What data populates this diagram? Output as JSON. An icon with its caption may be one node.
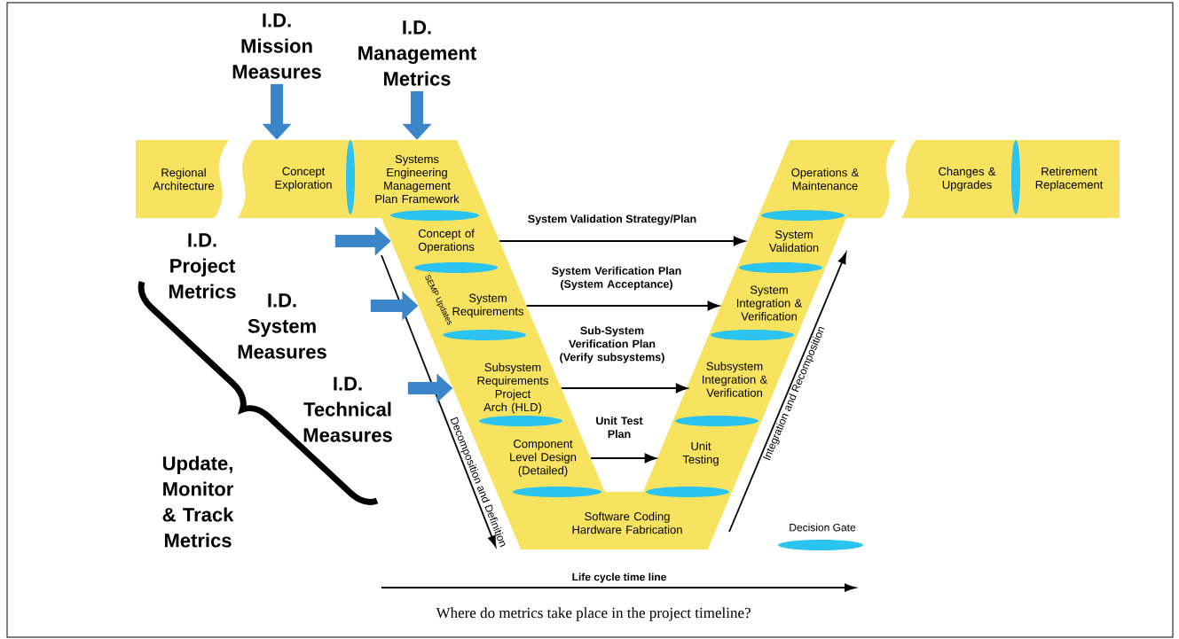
{
  "diagram": {
    "caption": "Where do metrics take place in the project timeline?",
    "nodes": [
      {
        "text": [
          "I.D. Mission Measures"
        ]
      },
      {
        "text": [
          "I.D. Management Metrics"
        ]
      },
      {
        "text": [
          "Regional Architecture"
        ]
      },
      {
        "text": [
          "Concept Exploration"
        ]
      },
      {
        "text": [
          "Systems Engineering Management Plan Framework"
        ]
      },
      {
        "text": [
          "Concept of Operations"
        ]
      },
      {
        "text": [
          "System Requirements"
        ]
      },
      {
        "text": [
          "Subsystem Requirements Project Arch (HLD)"
        ]
      },
      {
        "text": [
          "Component Level Design (Detailed)"
        ]
      },
      {
        "text": [
          "Software Coding Hardware Fabrication"
        ]
      },
      {
        "text": [
          "Unit Testing"
        ]
      },
      {
        "text": [
          "Subsystem Integration & Verification"
        ]
      },
      {
        "text": [
          "System Integration & Verification"
        ]
      },
      {
        "text": [
          "System Validation"
        ]
      },
      {
        "text": [
          "Operations & Maintenance"
        ]
      },
      {
        "text": [
          "Changes & Upgrades"
        ]
      },
      {
        "text": [
          "Retirement Replacement"
        ]
      }
    ],
    "edges": [
      {
        "from": 0,
        "to": 3,
        "arrow": "to"
      },
      {
        "from": 1,
        "to": 4,
        "arrow": "to"
      },
      {
        "from": null,
        "to": 5,
        "arrow": "to"
      },
      {
        "from": null,
        "to": 6,
        "arrow": "to"
      },
      {
        "from": null,
        "to": 7,
        "arrow": "to"
      },
      {
        "from": 5,
        "to": 13,
        "arrow": "to",
        "label": "System Validation Strategy/Plan",
        "color": "#000000"
      },
      {
        "from": 6,
        "to": 12,
        "arrow": "to",
        "label": "System Verification Plan (System Acceptance)",
        "color": "#000000"
      },
      {
        "from": 7,
        "to": 11,
        "arrow": "to",
        "label": "Sub-System Verification Plan (Verify subsystems)",
        "color": "#000000"
      },
      {
        "from": 8,
        "to": 10,
        "arrow": "to",
        "label": "Unit Test Plan",
        "color": "#000000"
      }
    ],
    "labels": [
      "I.D. Project Metrics",
      "I.D. System Measures",
      "I.D. Technical Measures",
      "Update, Monitor & Track Metrics",
      "SEMP Updates",
      "Decomposition and Definition",
      "Integration and Recomposition",
      "Life cycle time line"
    ],
    "legend": [
      {
        "text": "Decision Gate"
      }
    ]
  }
}
